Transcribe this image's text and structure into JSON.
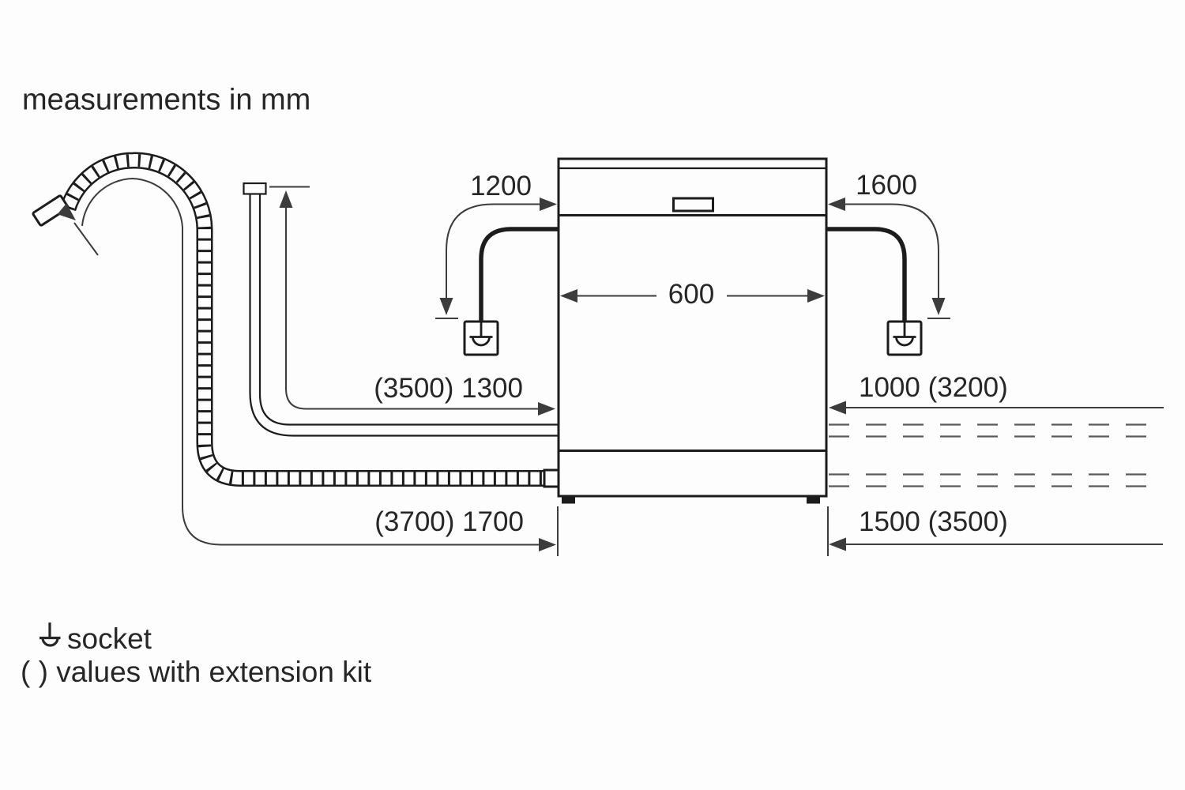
{
  "note": "measurements in mm",
  "dimensions": {
    "power_cord_left": "1200",
    "power_cord_right": "1600",
    "appliance_width": "600",
    "supply_hose_left": "(3500) 1300",
    "supply_hose_right": "1000 (3200)",
    "drain_hose_left": "(3700) 1700",
    "drain_hose_right": "1500 (3500)"
  },
  "legend": {
    "socket_label": "socket",
    "extension_note": "( ) values with extension kit"
  },
  "icons": {
    "socket": "socket-icon"
  },
  "colors": {
    "background": "#fdfdfd",
    "line": "#1c1c1c",
    "dimension": "#3c3c3c",
    "dash": "#5a5a5a",
    "text": "#262626"
  }
}
